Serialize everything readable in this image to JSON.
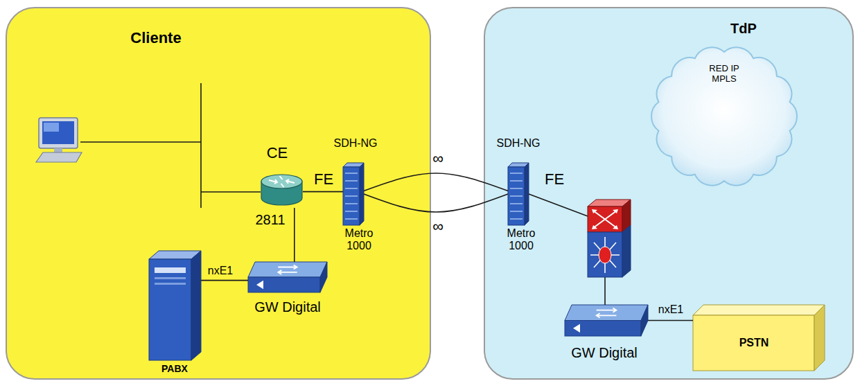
{
  "diagram": {
    "nodes": [
      {
        "text": [
          "Cliente"
        ]
      },
      {
        "text": [
          "CE",
          "2811"
        ],
        "in": 0
      },
      {
        "text": [
          "SDH-NG",
          "Metro 1000"
        ],
        "in": 0
      },
      {
        "text": [
          "PABX"
        ],
        "in": 0
      },
      {
        "text": [
          "GW Digital"
        ],
        "in": 0
      },
      {
        "text": [
          "TdP"
        ]
      },
      {
        "text": [
          "SDH-NG",
          "Metro 1000"
        ],
        "in": 5
      },
      {
        "text": [
          "RED IP MPLS"
        ],
        "in": 5
      },
      {
        "text": [
          "GW Digital"
        ],
        "in": 5
      },
      {
        "text": [
          "PSTN"
        ],
        "in": 5
      }
    ],
    "edges": [
      {
        "from": 1,
        "to": 2,
        "arrow": "none",
        "label": "FE"
      },
      {
        "from": 1,
        "to": 4,
        "arrow": "none"
      },
      {
        "from": 3,
        "to": 4,
        "arrow": "none",
        "label": "nxE1"
      },
      {
        "from": 2,
        "to": 6,
        "arrow": "none",
        "label": "∞"
      },
      {
        "from": 2,
        "to": 6,
        "arrow": "none",
        "label": "∞"
      },
      {
        "from": 8,
        "to": 9,
        "arrow": "none",
        "label": "nxE1"
      }
    ],
    "labels": [
      "FE"
    ]
  }
}
